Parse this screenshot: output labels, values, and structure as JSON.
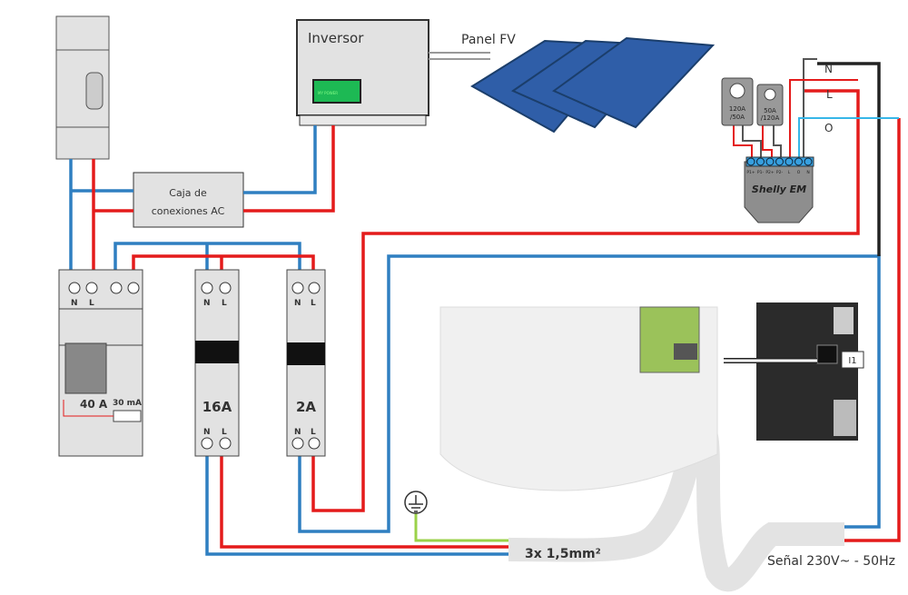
{
  "inverter": {
    "title": "Inversor",
    "display_text": "MY POWER",
    "display_color": "#1db954"
  },
  "solar_panel": {
    "label": "Panel FV"
  },
  "junction_box": {
    "line1": "Caja de",
    "line2": "conexiones AC"
  },
  "shelly": {
    "brand": "Shelly EM",
    "clamp1": {
      "line1": "120A",
      "line2": "/50A"
    },
    "clamp2": {
      "line1": "50A",
      "line2": "/120A"
    },
    "terminals": [
      "P1+",
      "P1-",
      "P2+",
      "P2-",
      "L",
      "O",
      "N"
    ],
    "wire_labels": {
      "n": "N",
      "l": "L",
      "o": "O"
    }
  },
  "breakers": {
    "rcd": {
      "n": "N",
      "l": "L",
      "rating": "40 A",
      "sensitivity": "30 mA"
    },
    "mcb16": {
      "n": "N",
      "l": "L",
      "rating": "16A"
    },
    "mcb2": {
      "n": "N",
      "l": "L",
      "rating": "2A"
    }
  },
  "relay_input": {
    "label": "I1"
  },
  "cable": {
    "label": "3x 1,5mm²"
  },
  "signal": {
    "label": "Señal 230V~ - 50Hz"
  },
  "colors": {
    "live": "#e41b1b",
    "neutral": "#2f7fc1",
    "earth": "#9bd24a",
    "signal": "#37b6e8",
    "housing": "#e2e2e2"
  }
}
